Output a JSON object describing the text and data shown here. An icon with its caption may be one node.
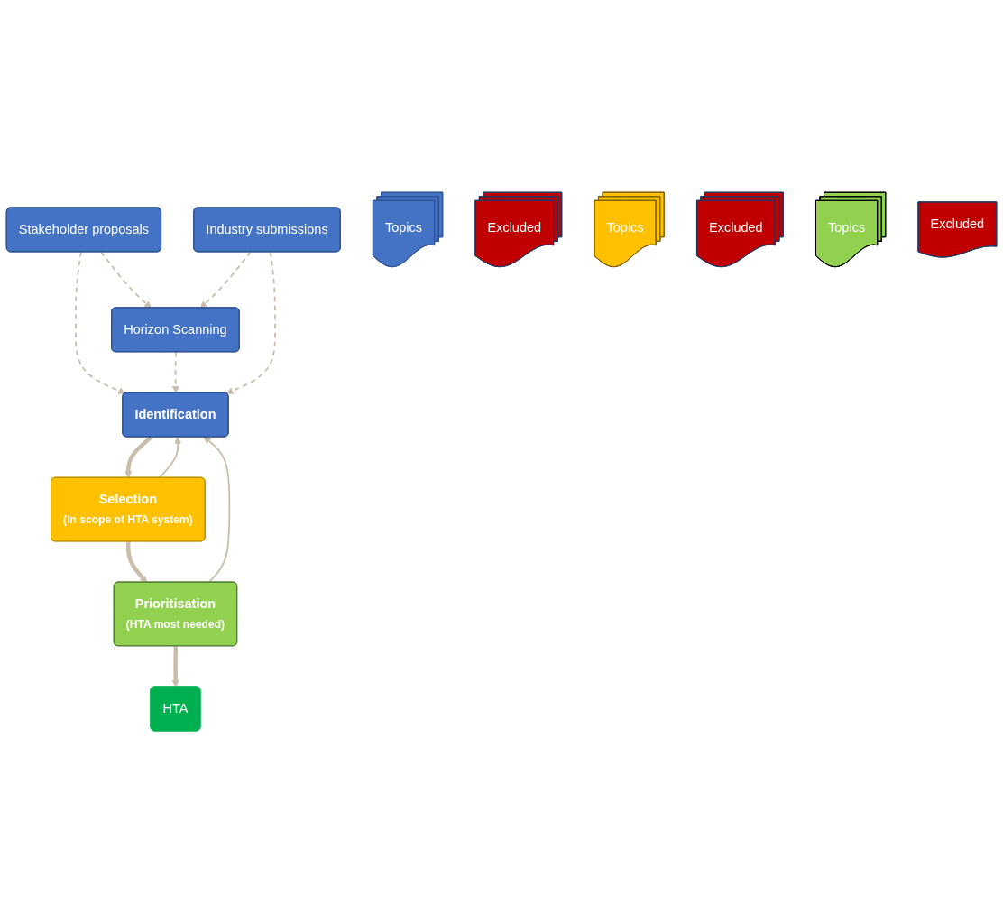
{
  "diagram": {
    "nodes": [
      {
        "text": [
          "Stakeholder proposals"
        ]
      },
      {
        "text": [
          "Horizon Scanning"
        ]
      },
      {
        "text": [
          "Industry submissions"
        ]
      },
      {
        "text": [
          "Identification"
        ]
      },
      {
        "text": [
          "Selection",
          "(In scope of HTA system)"
        ]
      },
      {
        "text": [
          "Prioritisation",
          "(HTA most needed)"
        ]
      },
      {
        "text": [
          "HTA"
        ]
      },
      {
        "text": [
          "Topics"
        ]
      },
      {
        "text": [
          "Excluded"
        ]
      },
      {
        "text": [
          "Topics"
        ]
      },
      {
        "text": [
          "Excluded"
        ]
      },
      {
        "text": [
          "Topics"
        ]
      },
      {
        "text": [
          "Excluded"
        ]
      }
    ],
    "edges": [
      {
        "from": 0,
        "to": 1,
        "arrow": "to",
        "style": "dashed"
      },
      {
        "from": 2,
        "to": 1,
        "arrow": "to",
        "style": "dashed"
      },
      {
        "from": 0,
        "to": 3,
        "arrow": "to",
        "style": "dashed"
      },
      {
        "from": 1,
        "to": 3,
        "arrow": "to",
        "style": "dashed"
      },
      {
        "from": 2,
        "to": 3,
        "arrow": "to",
        "style": "dashed"
      },
      {
        "from": 3,
        "to": 4,
        "arrow": "to",
        "style": "thick"
      },
      {
        "from": 4,
        "to": 5,
        "arrow": "to",
        "style": "thick"
      },
      {
        "from": 5,
        "to": 6,
        "arrow": "to",
        "style": "thick"
      },
      {
        "from": 4,
        "to": 3,
        "arrow": "to"
      },
      {
        "from": 5,
        "to": 3,
        "arrow": "to"
      }
    ]
  }
}
